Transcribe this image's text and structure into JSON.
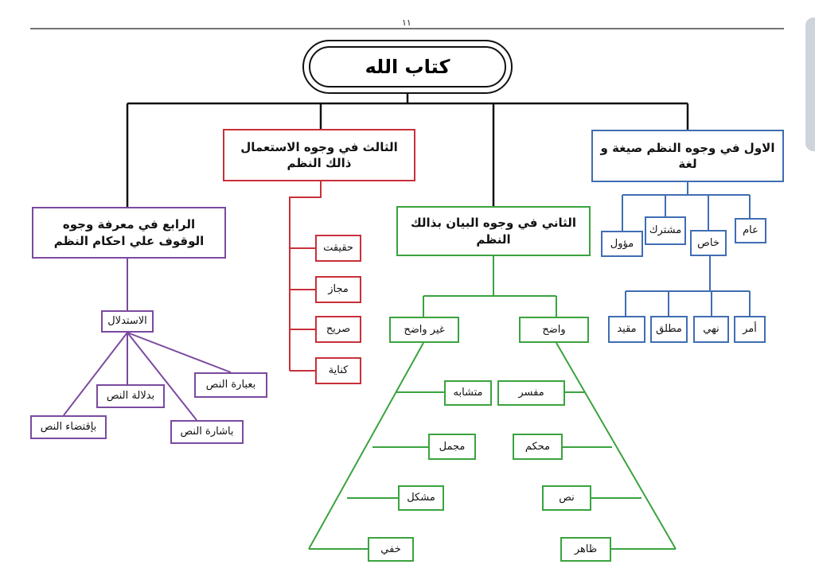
{
  "page_number": "١١",
  "title": "كتاب الله",
  "first": {
    "heading": "الاول في وجوه النظم صيغة و لغة",
    "types": [
      "عام",
      "خاص",
      "مشترك",
      "مؤول"
    ],
    "khas_types": [
      "أمر",
      "نهي",
      "مطلق",
      "مقيد"
    ]
  },
  "second": {
    "heading": "الثاني في وجوه البيان بذالك النظم",
    "clear": "واضح",
    "unclear": "غير واضح",
    "clear_items": [
      "مفسر",
      "محكم",
      "نص",
      "ظاهر"
    ],
    "unclear_items": [
      "متشابه",
      "مجمل",
      "مشكل",
      "خفي"
    ]
  },
  "third": {
    "heading": "الثالث في وجوه الاستعمال ذالك النظم",
    "items": [
      "حقيقت",
      "مجاز",
      "صريح",
      "كناية"
    ]
  },
  "fourth": {
    "heading": "الرابع في معرفة وجوه الوقوف علي احكام النظم",
    "root": "الاستدلال",
    "items": [
      "بعبارة النص",
      "بدلالة النص",
      "باشارة النص",
      "بإقتضاء النص"
    ]
  },
  "colors": {
    "first": "#3f6db3",
    "second": "#3aa33f",
    "third": "#c8303a",
    "fourth": "#7a4aa0",
    "root": "#111111"
  }
}
